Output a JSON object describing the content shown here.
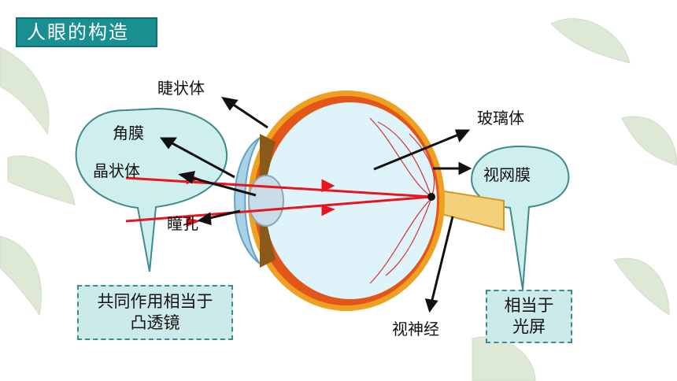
{
  "title": "人眼的构造",
  "labels": {
    "ciliary_body": "睫状体",
    "cornea": "角膜",
    "lens": "晶状体",
    "pupil": "瞳孔",
    "vitreous": "玻璃体",
    "retina": "视网膜",
    "optic_nerve": "视神经"
  },
  "notes": {
    "convex_lens_line1": "共同作用相当于",
    "convex_lens_line2": "凸透镜",
    "screen_line1": "相当于",
    "screen_line2": "光屏"
  },
  "colors": {
    "title_bg": "#1a8f92",
    "bubble_fill": "#cfeeee",
    "ray": "#e8141e",
    "sclera": "#f0a020",
    "vitreous": "#dff3fb"
  }
}
